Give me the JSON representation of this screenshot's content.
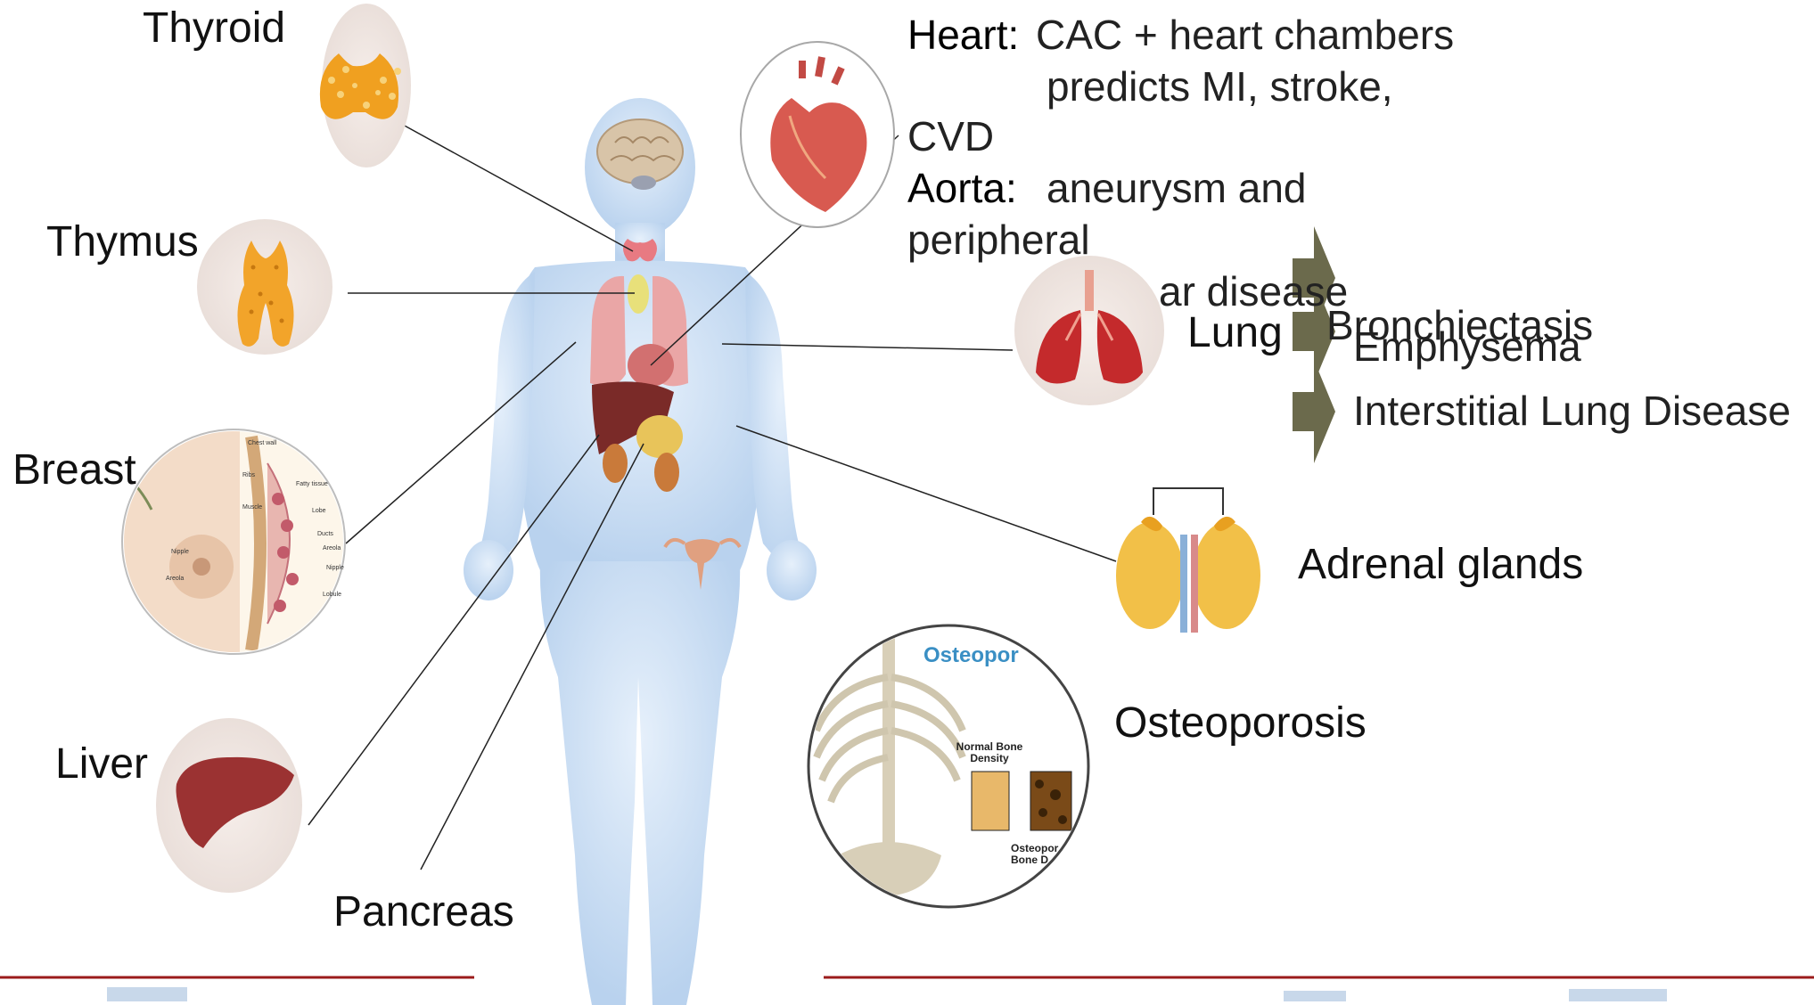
{
  "labels": {
    "thyroid": "Thyroid",
    "thymus": "Thymus",
    "breast": "Breast",
    "liver": "Liver",
    "pancreas": "Pancreas",
    "lung": "Lung",
    "adrenal": "Adrenal glands",
    "osteoporosis": "Osteoporosis"
  },
  "heart_note": {
    "heart_label": "Heart:",
    "heart_text_1": "CAC + heart chambers",
    "heart_text_2": "predicts MI, stroke,",
    "heart_text_3": "CVD",
    "aorta_label": "Aorta:",
    "aorta_text_1": "aneurysm and",
    "aorta_text_2": "peripheral",
    "aorta_text_3": "ar disease"
  },
  "lung_items": [
    "Bronchiectasis",
    "Emphysema",
    "Interstitial Lung Disease"
  ],
  "breast_diagram_labels": [
    "Chest wall",
    "Ribs",
    "Muscle",
    "Fatty tissue",
    "Lobe",
    "Ducts",
    "Areola",
    "Nipple",
    "Lobule",
    "Nipple",
    "Areola"
  ],
  "osteo_diagram": {
    "title": "Osteopor",
    "normal": "Normal Bone Density",
    "osteo": "Osteopor Bone D"
  },
  "colors": {
    "arrow": "#6b6a4c",
    "footer_line": "#9b1c1c",
    "body": "#cfe1f3",
    "thyroid": "#f0a020",
    "lung": "#c0282a",
    "liver": "#9b3030"
  }
}
